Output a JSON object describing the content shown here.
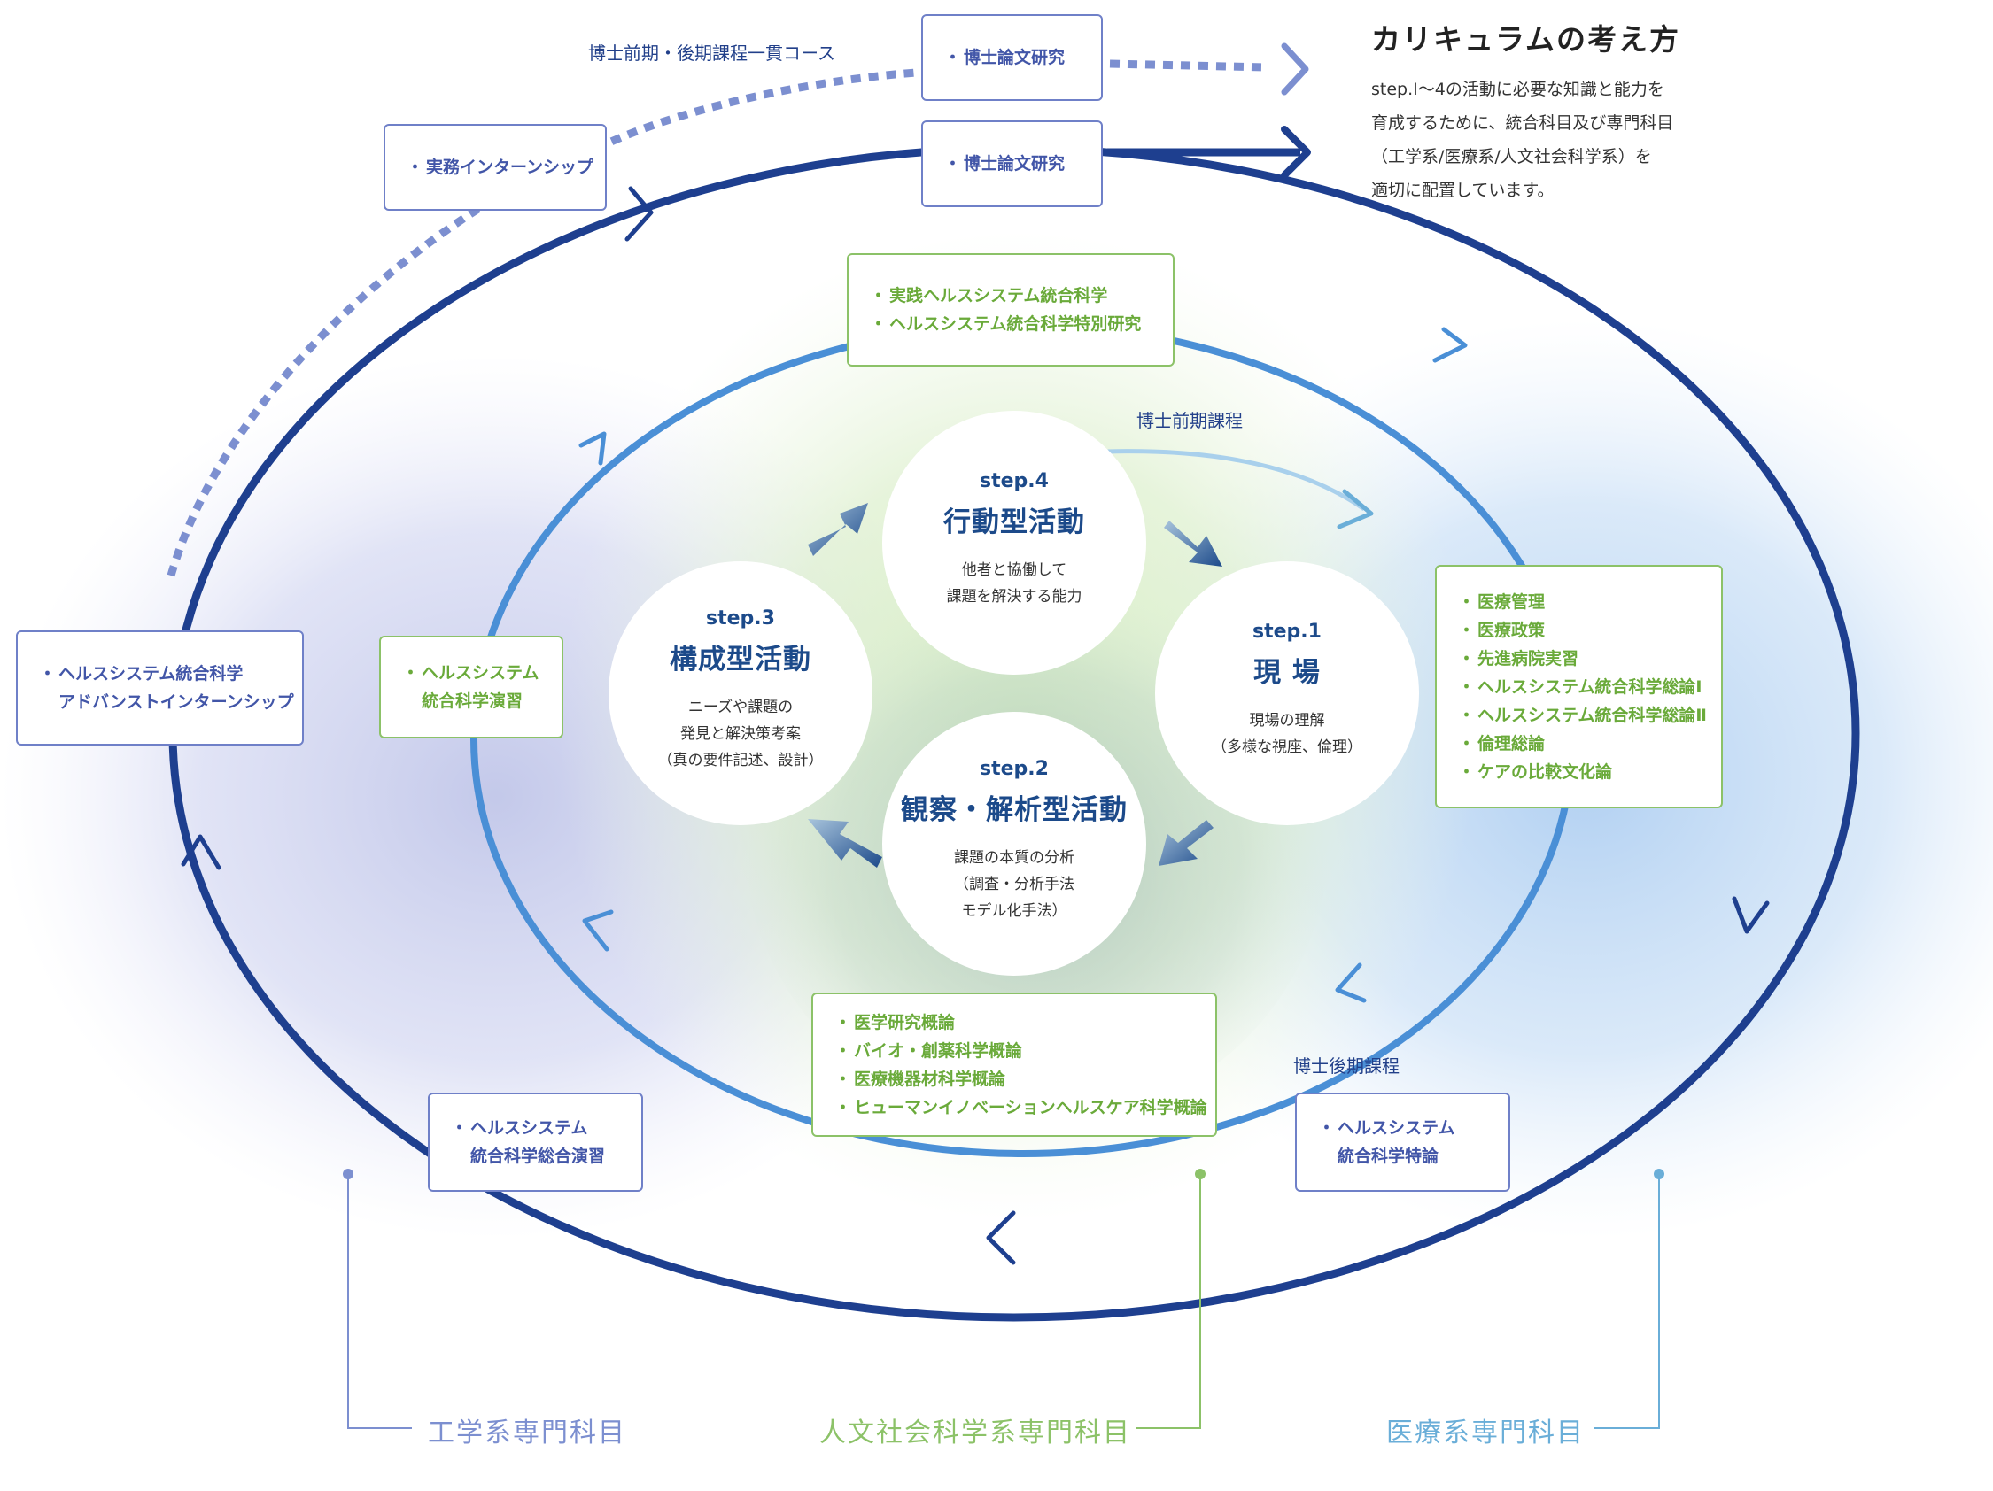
{
  "title": "カリキュラムの考え方",
  "intro_lines": [
    "step.Ⅰ～4の活動に必要な知識と能力を",
    "育成するために、統合科目及び専門科目",
    "（工学系/医療系/人文社会科学系）を",
    "適切に配置しています。"
  ],
  "course_labels": {
    "integrated": "博士前期・後期課程一貫コース",
    "master": "博士前期課程",
    "doctor": "博士後期課程"
  },
  "steps": [
    {
      "id": "step1",
      "step": "step.1",
      "title": "現 場",
      "desc": [
        "現場の理解",
        "（多様な視座、倫理）"
      ]
    },
    {
      "id": "step2",
      "step": "step.2",
      "title": "観察・解析型活動",
      "desc": [
        "課題の本質の分析",
        "（調査・分析手法",
        "モデル化手法）"
      ]
    },
    {
      "id": "step3",
      "step": "step.3",
      "title": "構成型活動",
      "desc": [
        "ニーズや課題の",
        "発見と解決策考案",
        "（真の要件記述、設計）"
      ]
    },
    {
      "id": "step4",
      "step": "step.4",
      "title": "行動型活動",
      "desc": [
        "他者と協働して",
        "課題を解決する能力"
      ]
    }
  ],
  "boxes": {
    "thesis_top": [
      "博士論文研究"
    ],
    "thesis_main": [
      "博士論文研究"
    ],
    "internship": [
      "実務インターンシップ"
    ],
    "top_green": [
      "実践ヘルスシステム統合科学",
      "ヘルスシステム統合科学特別研究"
    ],
    "left_outer": [
      "ヘルスシステム統合科学",
      "アドバンストインターンシップ"
    ],
    "left_green": [
      "ヘルスシステム",
      "統合科学演習"
    ],
    "right_green": [
      "医療管理",
      "医療政策",
      "先進病院実習",
      "ヘルスシステム統合科学総論Ⅰ",
      "ヘルスシステム統合科学総論Ⅱ",
      "倫理総論",
      "ケアの比較文化論"
    ],
    "bottom_green": [
      "医学研究概論",
      "バイオ・創薬科学概論",
      "医療機器材科学概論",
      "ヒューマンイノベーションヘルスケア科学概論"
    ],
    "bottom_left": [
      "ヘルスシステム",
      "統合科学総合演習"
    ],
    "bottom_right": [
      "ヘルスシステム",
      "統合科学特論"
    ]
  },
  "categories": {
    "engineering": "工学系専門科目",
    "humanities": "人文社会科学系専門科目",
    "medical": "医療系専門科目"
  },
  "colors": {
    "outer_ring": "#1e3f8f",
    "inner_ring": "#4a8fd6",
    "engineering": "#7c8fd0",
    "humanities": "#8cc268",
    "medical": "#6aaed8",
    "step_text": "#1c4a8a"
  }
}
